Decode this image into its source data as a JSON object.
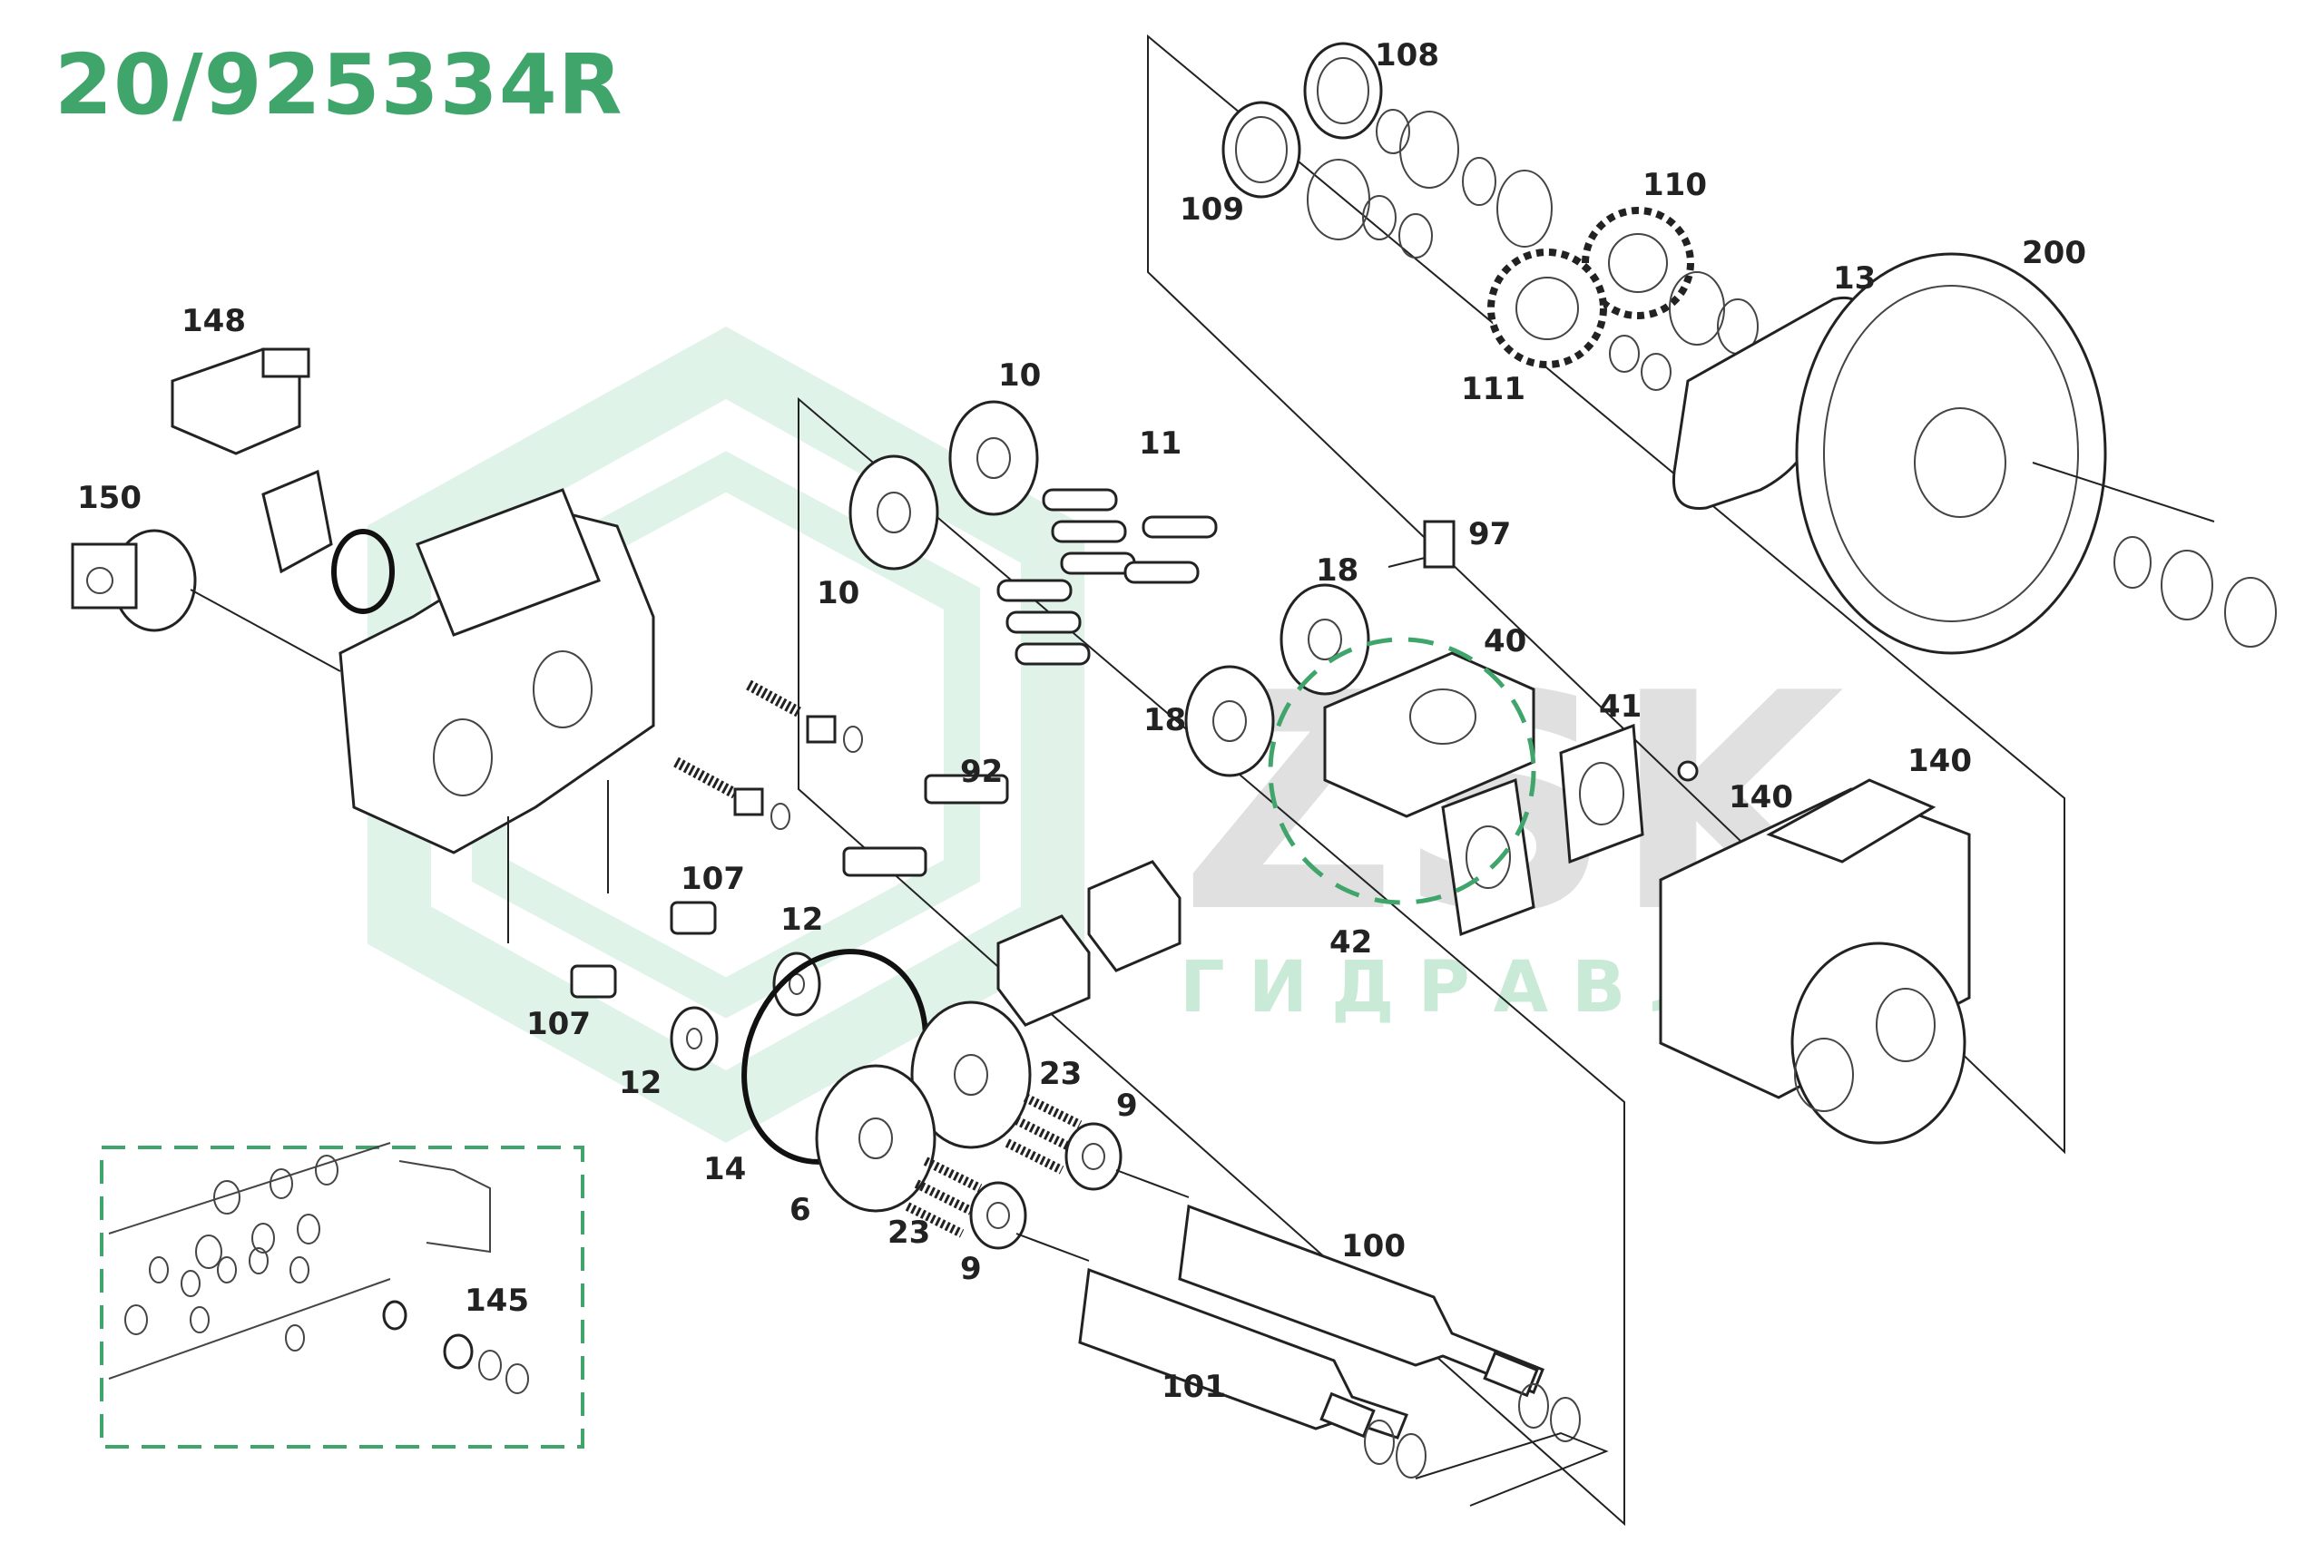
{
  "part_number": "20/925334R",
  "watermark": {
    "brand": "ZSK",
    "subtitle": "ГИДРАВЛИКА"
  },
  "colors": {
    "title": "#3fa56b",
    "watermark_green": "#c8ead7",
    "watermark_gray": "#d9d9d9",
    "dash": "#3fa56b"
  },
  "callouts": {
    "c108": "108",
    "c109": "109",
    "c110": "110",
    "c111": "111",
    "c13": "13",
    "c200": "200",
    "c148": "148",
    "c150": "150",
    "c10a": "10",
    "c10b": "10",
    "c11": "11",
    "c97": "97",
    "c18a": "18",
    "c18b": "18",
    "c40": "40",
    "c41": "41",
    "c42": "42",
    "c140a": "140",
    "c140b": "140",
    "c92": "92",
    "c107a": "107",
    "c107b": "107",
    "c12a": "12",
    "c12b": "12",
    "c14": "14",
    "c6": "6",
    "c23a": "23",
    "c23b": "23",
    "c9a": "9",
    "c9b": "9",
    "c100": "100",
    "c101": "101",
    "c145": "145"
  }
}
